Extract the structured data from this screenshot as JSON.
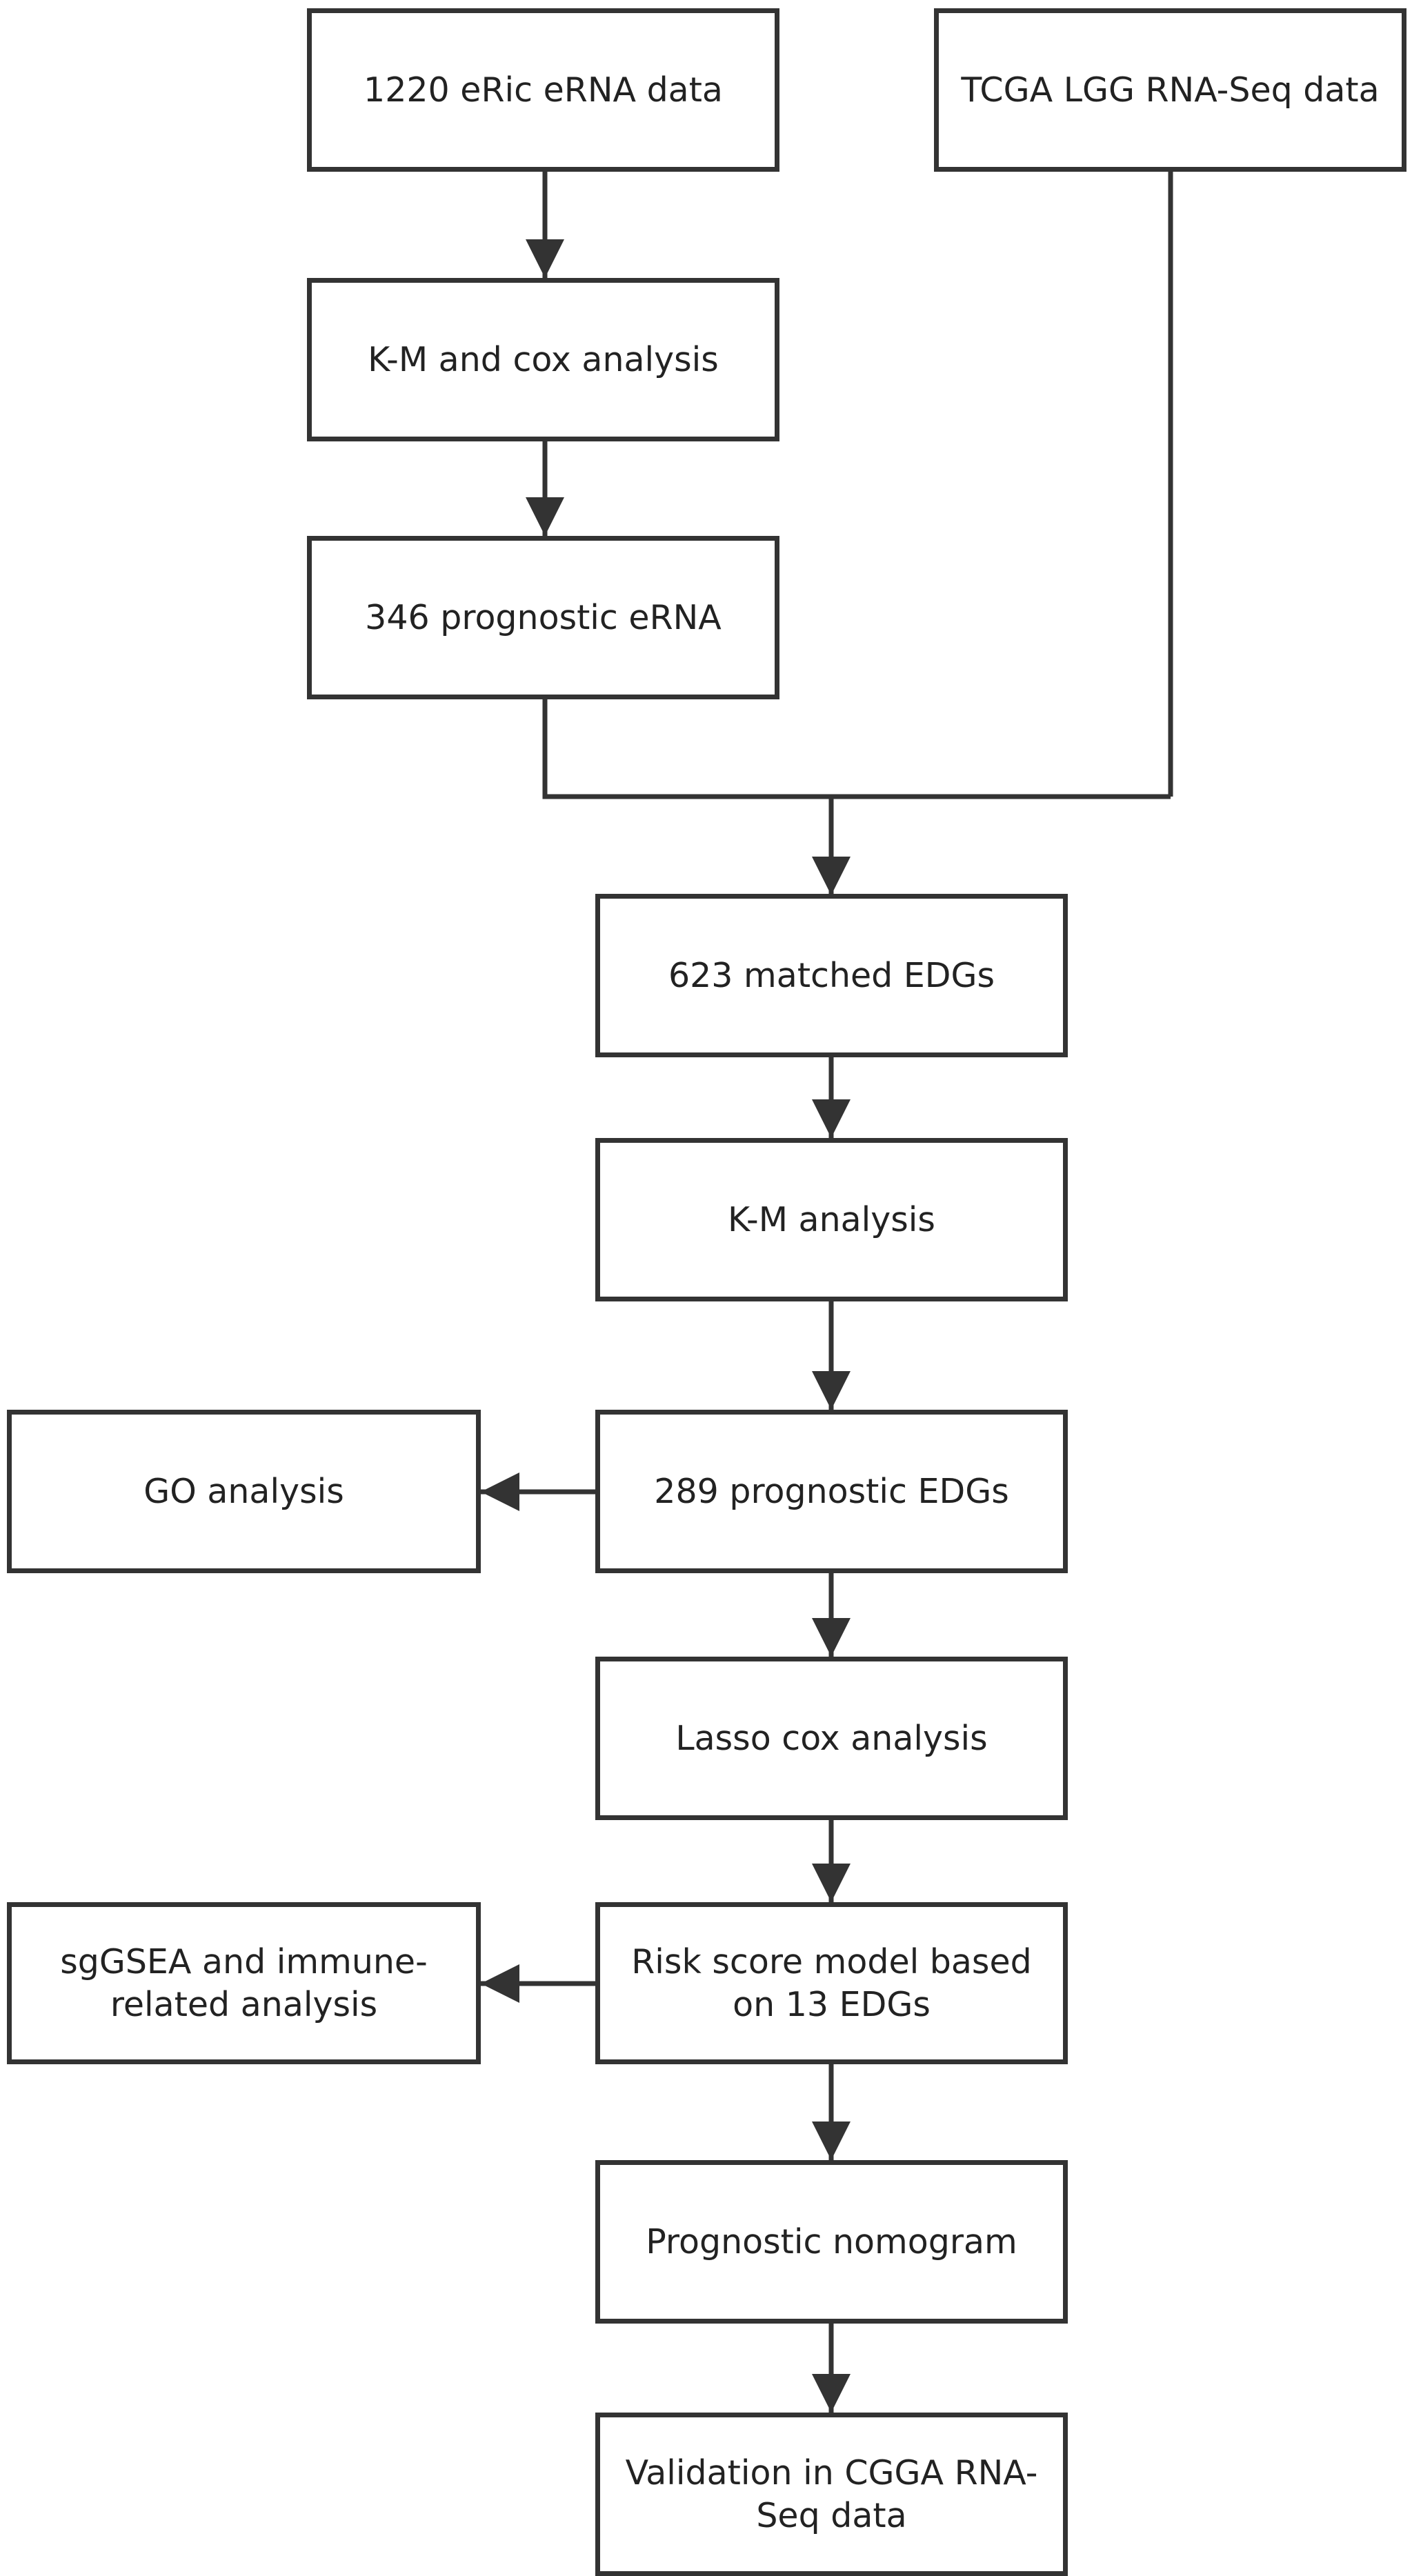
{
  "flowchart": {
    "nodes": {
      "eric_data": "1220 eRic eRNA data",
      "tcga_data": "TCGA LGG RNA-Seq data",
      "km_cox": "K-M and cox analysis",
      "prognostic_erna": "346 prognostic eRNA",
      "matched_edgs": "623 matched EDGs",
      "km_analysis": "K-M analysis",
      "go_analysis": "GO analysis",
      "prognostic_edgs": "289 prognostic EDGs",
      "lasso_cox": "Lasso cox analysis",
      "sggsea_line1": "sgGSEA and immune-",
      "sggsea_line2": "related analysis",
      "risk_line1": "Risk score model based",
      "risk_line2": "on 13 EDGs",
      "nomogram": "Prognostic nomogram",
      "validation_line1": "Validation in CGGA RNA-",
      "validation_line2": "Seq data"
    },
    "colors": {
      "stroke": "#333333",
      "text": "#222222",
      "background": "#ffffff"
    }
  }
}
